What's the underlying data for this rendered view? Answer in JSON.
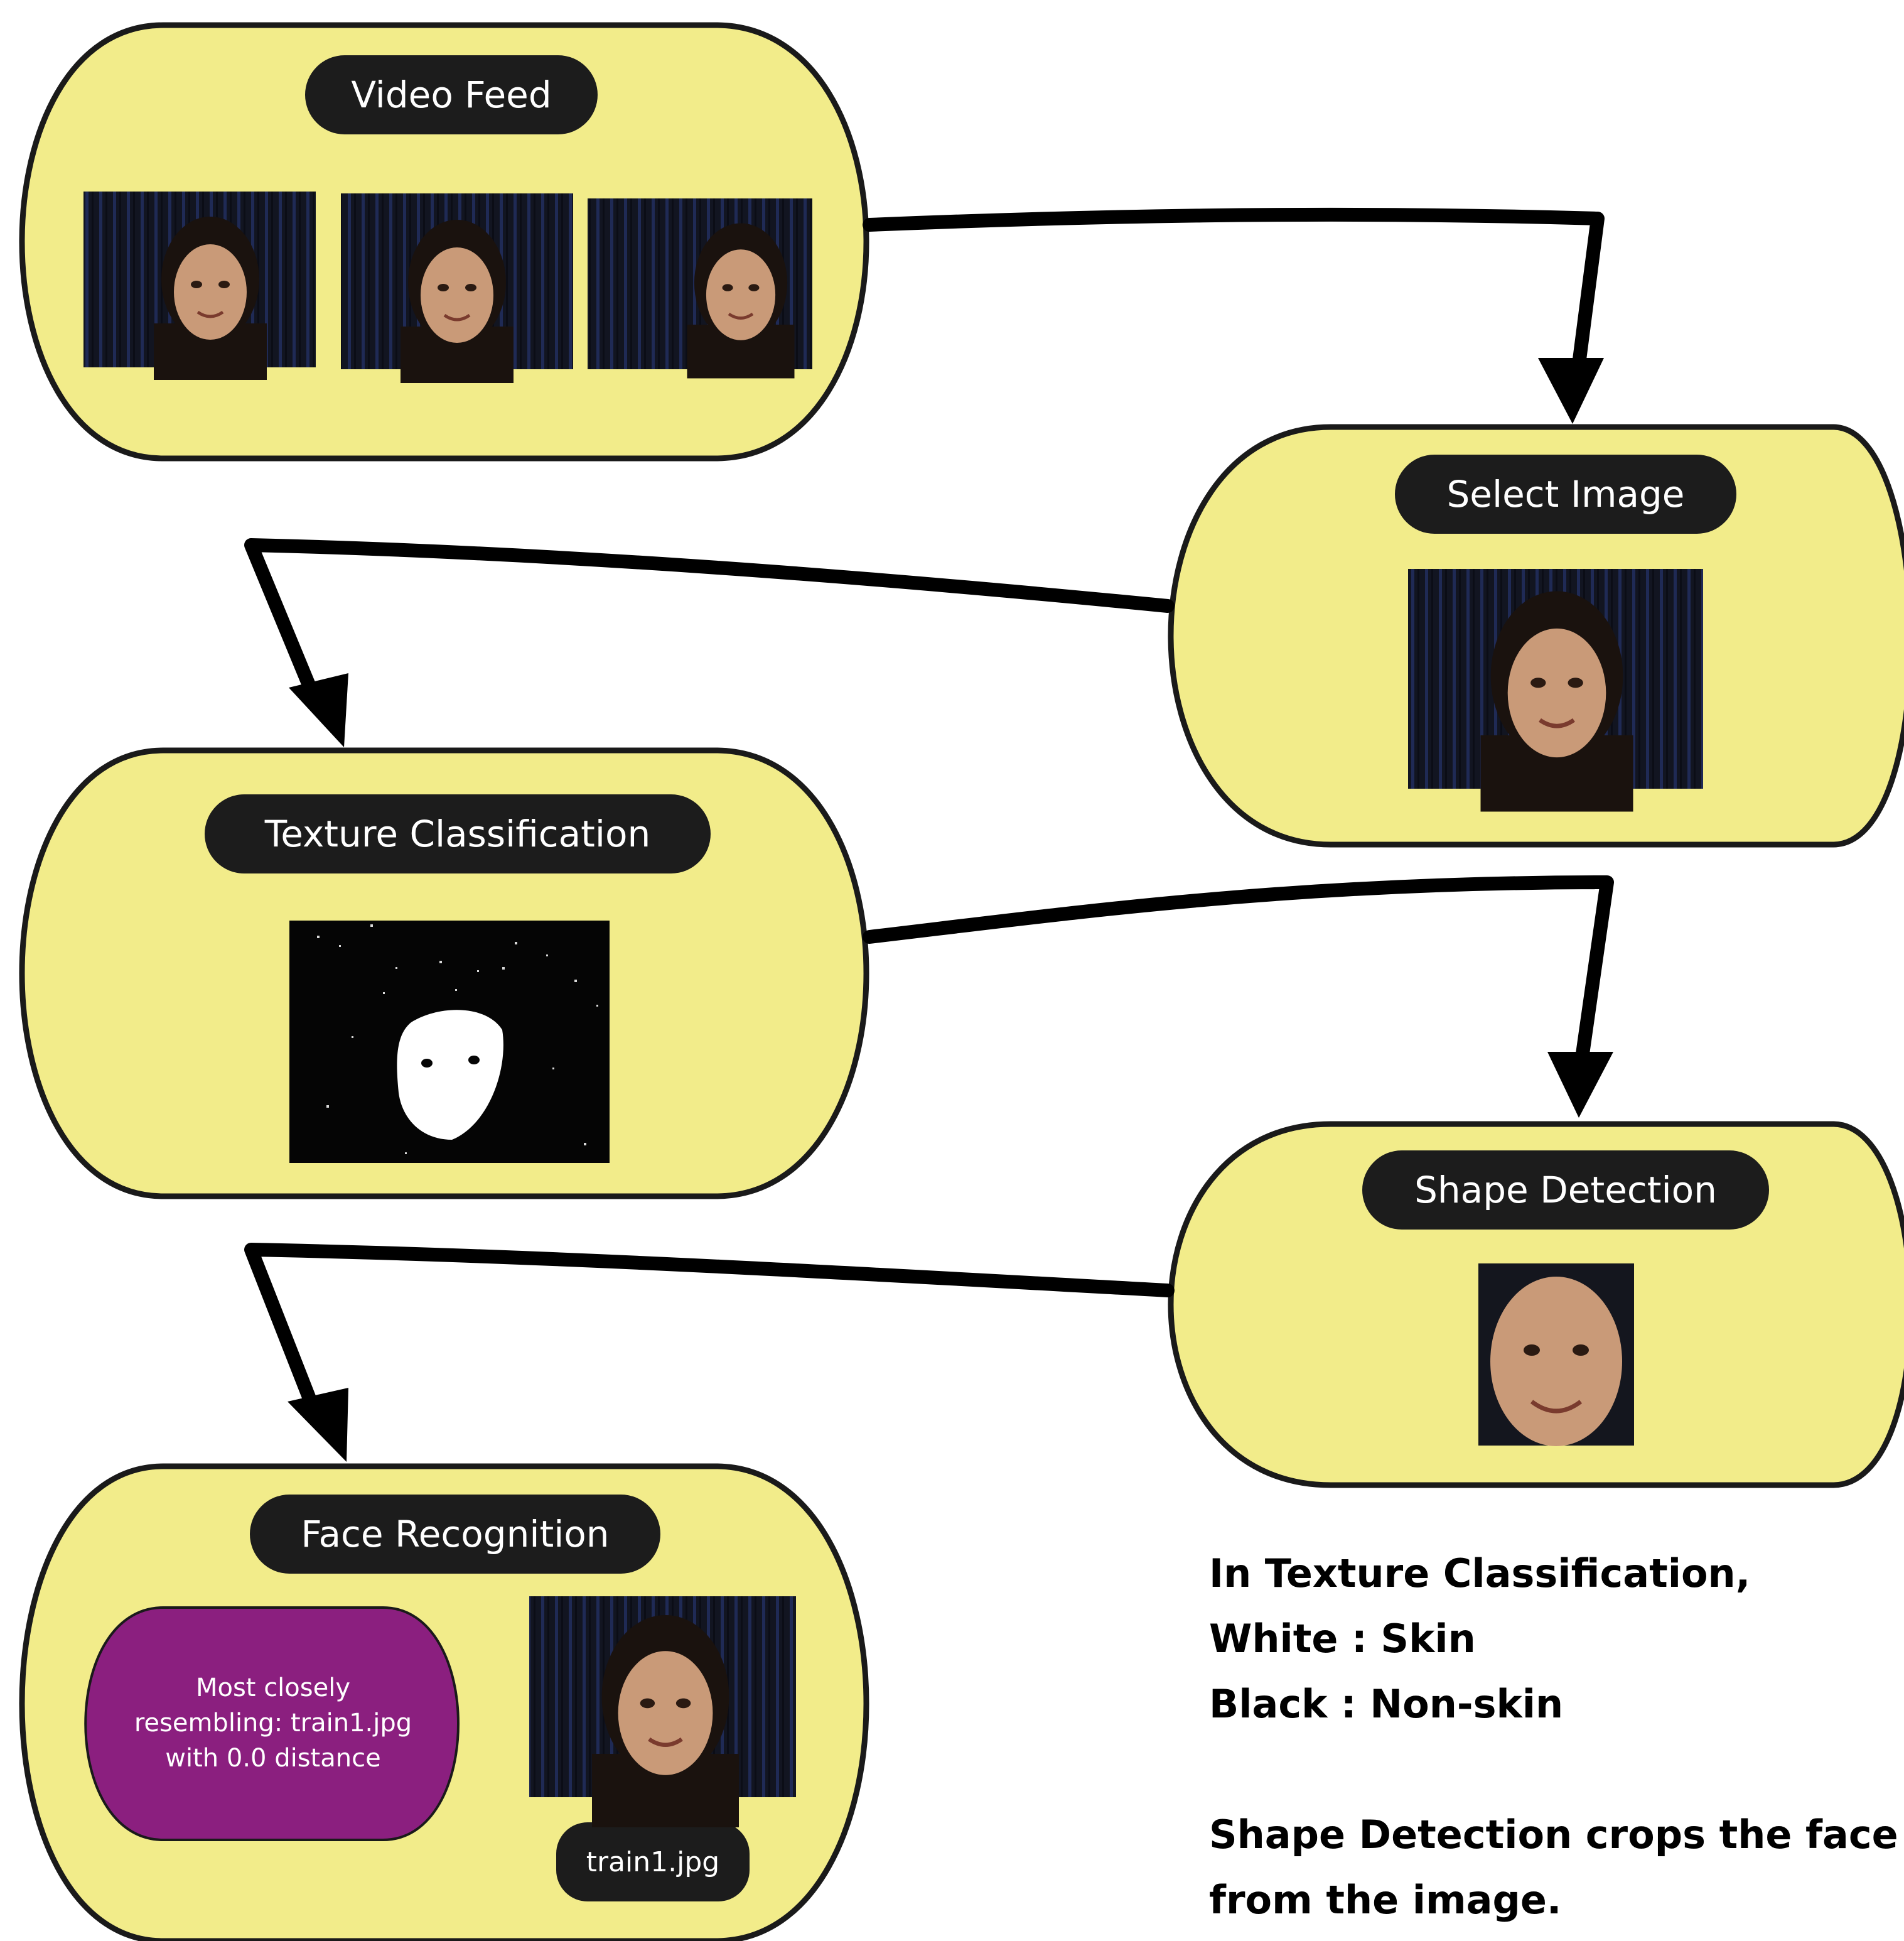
{
  "colors": {
    "stage_fill": "#f2ec8a",
    "stage_stroke": "#1a1a1a",
    "pill": "#1c1c1c",
    "result_fill": "#8b1f7f",
    "arrow": "#000000",
    "skin": "#c99a78",
    "background_dark": "#14161e"
  },
  "stages": {
    "video_feed": {
      "title": "Video Feed",
      "icon": "face-photo-icon"
    },
    "select_image": {
      "title": "Select Image",
      "icon": "face-photo-icon"
    },
    "texture_classification": {
      "title": "Texture Classification",
      "icon": "skin-mask-icon"
    },
    "shape_detection": {
      "title": "Shape Detection",
      "icon": "cropped-face-icon"
    },
    "face_recognition": {
      "title": "Face Recognition",
      "result_lines": [
        "Most closely",
        "resembling: train1.jpg",
        "with 0.0 distance"
      ],
      "match_label": "train1.jpg"
    }
  },
  "notes": {
    "texture": [
      "In Texture Classification,",
      "White : Skin",
      "Black : Non-skin"
    ],
    "shape": [
      "Shape Detection crops the face",
      "from the image."
    ]
  }
}
